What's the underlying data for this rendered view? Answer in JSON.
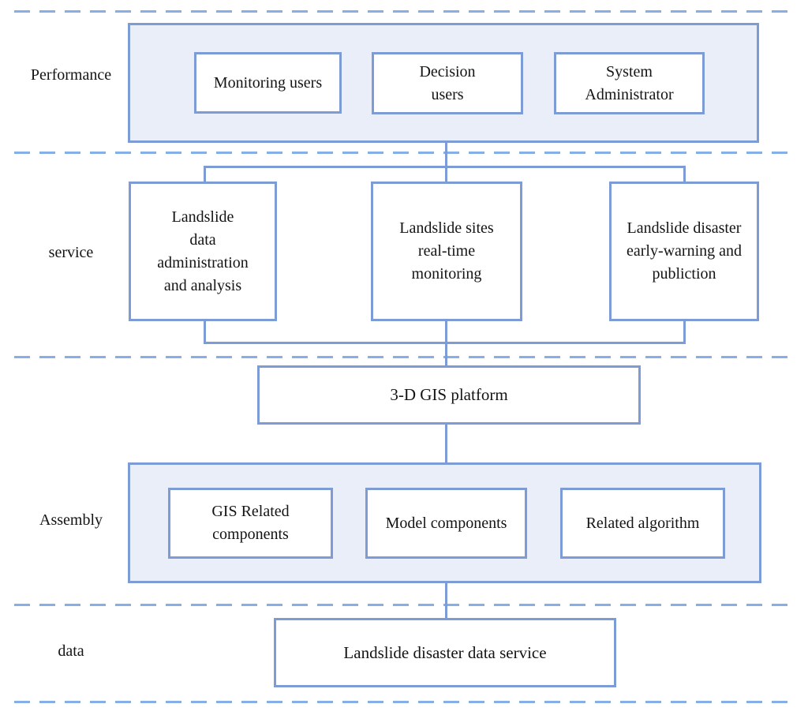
{
  "colors": {
    "solid_line": "#7d9bd4",
    "dashed_line": "#86afe7",
    "container_fill": "#e9eef8",
    "node_fill": "#ffffff",
    "text": "#141414"
  },
  "layers": {
    "performance": {
      "label": "Performance",
      "nodes": {
        "monitoring_users": "Monitoring users",
        "decision_users": "Decision\nusers",
        "system_administrator": "System\nAdministrator"
      }
    },
    "service": {
      "label": "service",
      "nodes": {
        "data_administration": "Landslide\ndata\nadministration\nand analysis",
        "realtime_monitoring": "Landslide sites\nreal-time\nmonitoring",
        "early_warning": "Landslide disaster\nearly-warning and\npubliction"
      }
    },
    "platform": {
      "label": "3-D GIS platform"
    },
    "assembly": {
      "label": "Assembly",
      "nodes": {
        "gis_related_components": "GIS Related\ncomponents",
        "model_components": "Model components",
        "related_algorithm": "Related algorithm"
      }
    },
    "data": {
      "label": "data",
      "node": "Landslide disaster data service"
    }
  }
}
